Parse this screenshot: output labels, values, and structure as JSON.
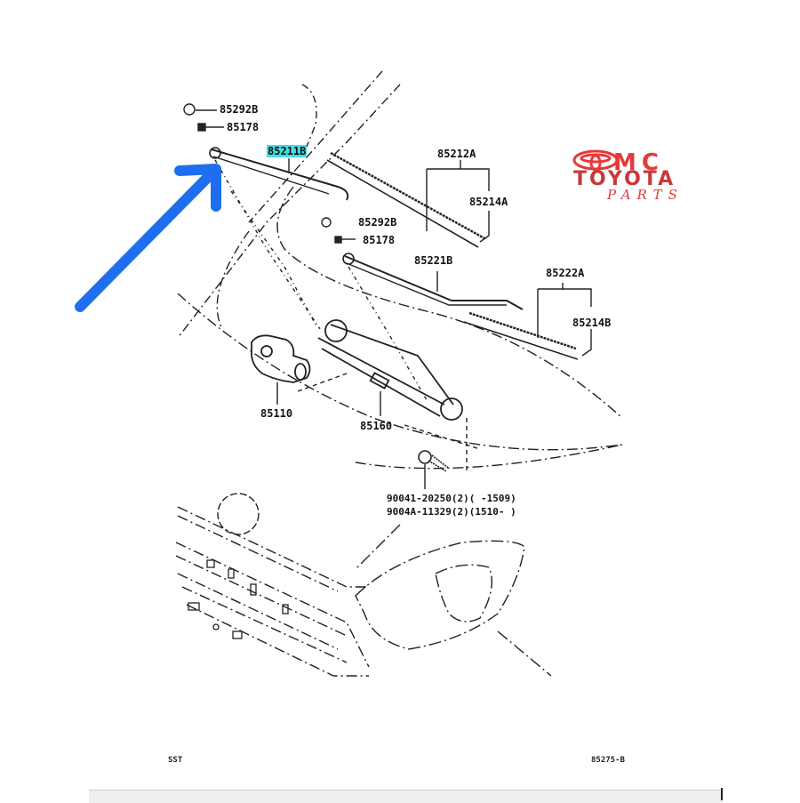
{
  "diagram": {
    "title": "Windshield wiper assembly parts diagram",
    "highlight_color": "#3fe0e6",
    "pointer_arrow_color": "#1f6ef0",
    "parts": [
      {
        "id": "p1",
        "label": "85292B"
      },
      {
        "id": "p2",
        "label": "85178"
      },
      {
        "id": "p3",
        "label": "85211B",
        "highlighted": true
      },
      {
        "id": "p4",
        "label": "85212A"
      },
      {
        "id": "p5",
        "label": "85214A"
      },
      {
        "id": "p6",
        "label": "85292B"
      },
      {
        "id": "p7",
        "label": "85178"
      },
      {
        "id": "p8",
        "label": "85221B"
      },
      {
        "id": "p9",
        "label": "85222A"
      },
      {
        "id": "p10",
        "label": "85214B"
      },
      {
        "id": "p11",
        "label": "85110"
      },
      {
        "id": "p12",
        "label": "85160"
      }
    ],
    "bolt_notes": [
      "90041-20250(2)(    -1509)",
      "9004A-11329(2)(1510-    )"
    ],
    "footer_left": "SST",
    "footer_right": "85275-B"
  },
  "logo": {
    "brand_line1": "MC",
    "brand_line2": "TOYOTA",
    "brand_line3": "PARTS",
    "color": "#e53a3a"
  }
}
